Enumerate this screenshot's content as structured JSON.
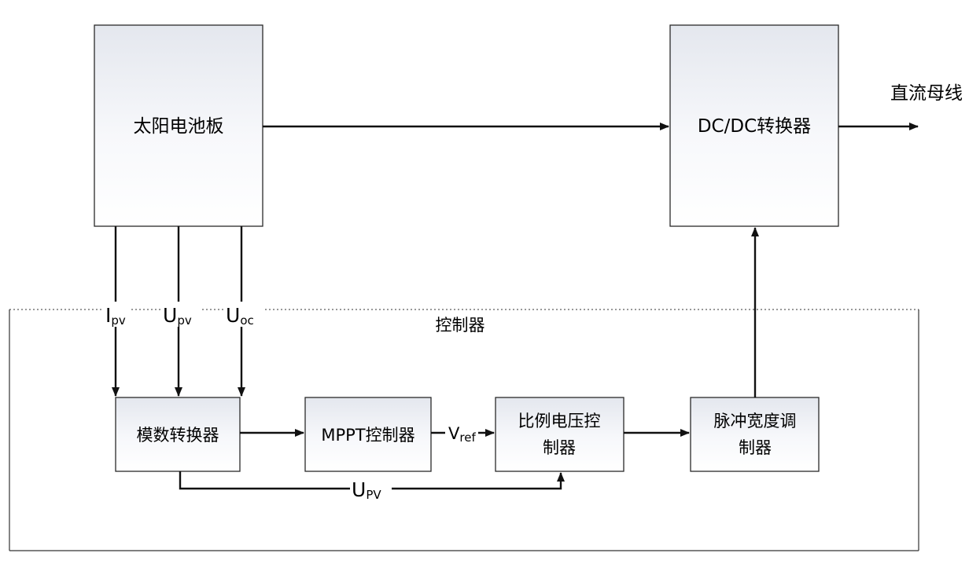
{
  "blocks": {
    "solar_panel": "太阳电池板",
    "dcdc_converter": "DC/DC转换器",
    "adc": "模数转换器",
    "mppt_controller": "MPPT控制器",
    "proportional_controller": [
      "比例电压控",
      "制器"
    ],
    "pwm": [
      "脉冲宽度调",
      "制器"
    ]
  },
  "labels": {
    "dc_bus": "直流母线",
    "controller_region": "控制器"
  },
  "signals": {
    "ipv": {
      "main": "I",
      "sub": "pv"
    },
    "upv": {
      "main": "U",
      "sub": "pv"
    },
    "uoc": {
      "main": "U",
      "sub": "oc"
    },
    "vref": {
      "main": "V",
      "sub": "ref"
    },
    "upv_feedback": {
      "main": "U",
      "sub": "PV"
    }
  }
}
